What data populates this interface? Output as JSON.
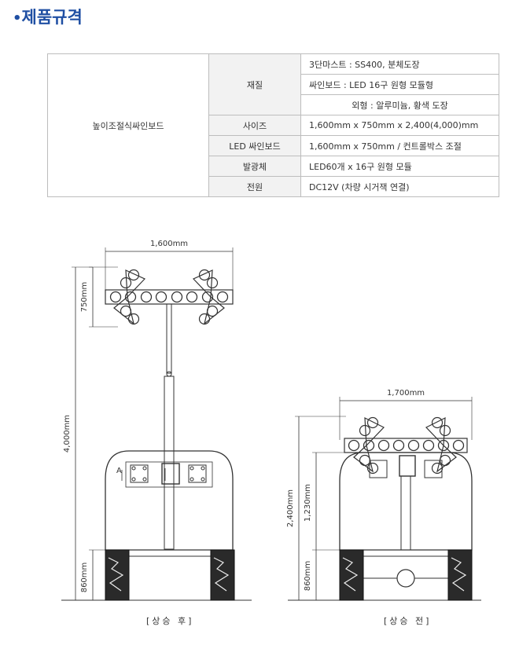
{
  "page": {
    "title": "제품규격",
    "title_bullet": "•"
  },
  "spec": {
    "product": "높이조절식싸인보드",
    "rows": [
      {
        "label": "재질",
        "values": [
          "3단마스트 : SS400, 분체도장",
          "싸인보드  : LED 16구 원형 모듈형",
          "외형 : 알루미늄, 황색 도장"
        ]
      },
      {
        "label": "사이즈",
        "values": [
          "1,600mm x 750mm x 2,400(4,000)mm"
        ]
      },
      {
        "label": "LED 싸인보드",
        "values": [
          "1,600mm x 750mm / 컨트롤박스 조절"
        ]
      },
      {
        "label": "발광체",
        "values": [
          "LED60개 x 16구 원형 모듈"
        ]
      },
      {
        "label": "전원",
        "values": [
          "DC12V (차량 시거잭 연결)"
        ]
      }
    ]
  },
  "drawing": {
    "left": {
      "caption": "[상승 후]",
      "dims": {
        "width": "1,600mm",
        "board_height": "750mm",
        "total_height": "4,000mm",
        "base_height": "860mm"
      },
      "section_label": "A"
    },
    "right": {
      "caption": "[상승 전]",
      "dims": {
        "width": "1,700mm",
        "total_height": "2,400mm",
        "mast_height": "1,230mm",
        "base_height": "860mm"
      }
    }
  }
}
